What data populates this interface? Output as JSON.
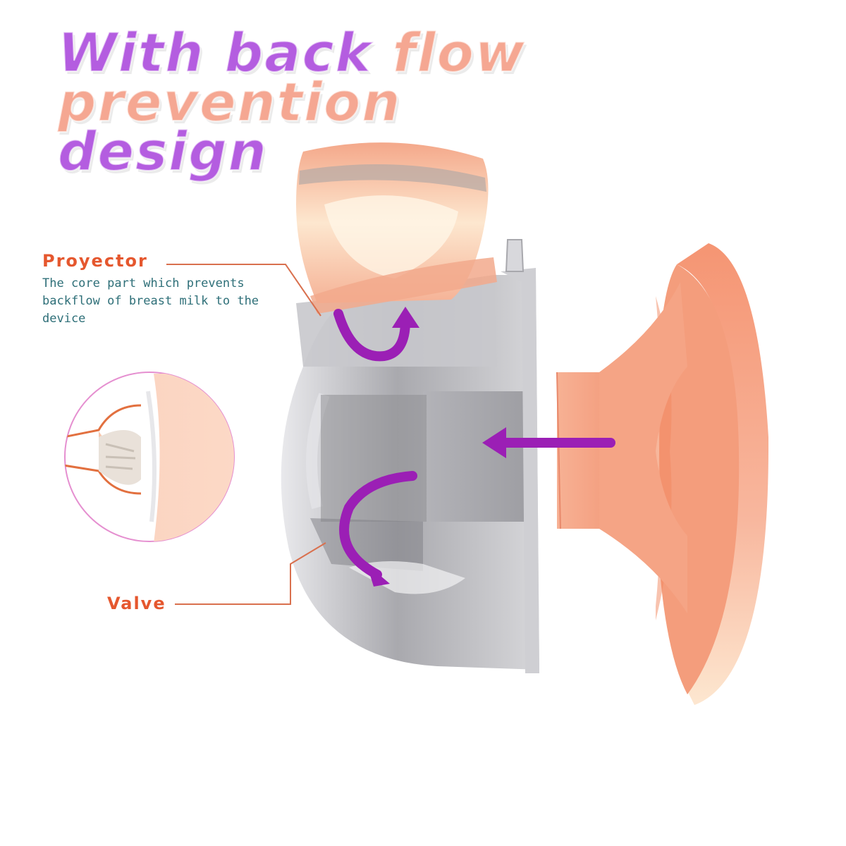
{
  "headline": {
    "part1": "With back",
    "part2": "flow prevention",
    "part3": "design",
    "color_purple": "#b45de0",
    "color_peach": "#f5a792"
  },
  "callouts": {
    "proyector": {
      "title": "Proyector",
      "description": "The core part which prevents backflow of breast milk to the device"
    },
    "valve": {
      "title": "Valve"
    },
    "title_color": "#e5572e",
    "desc_color": "#2e6f78"
  },
  "colors": {
    "flange": "#f6a07f",
    "body_grey": "#b9b9bd",
    "arrow_purple": "#9b1fb5",
    "circle_outline": "#e58fd0",
    "leader_line": "#d9704e"
  }
}
